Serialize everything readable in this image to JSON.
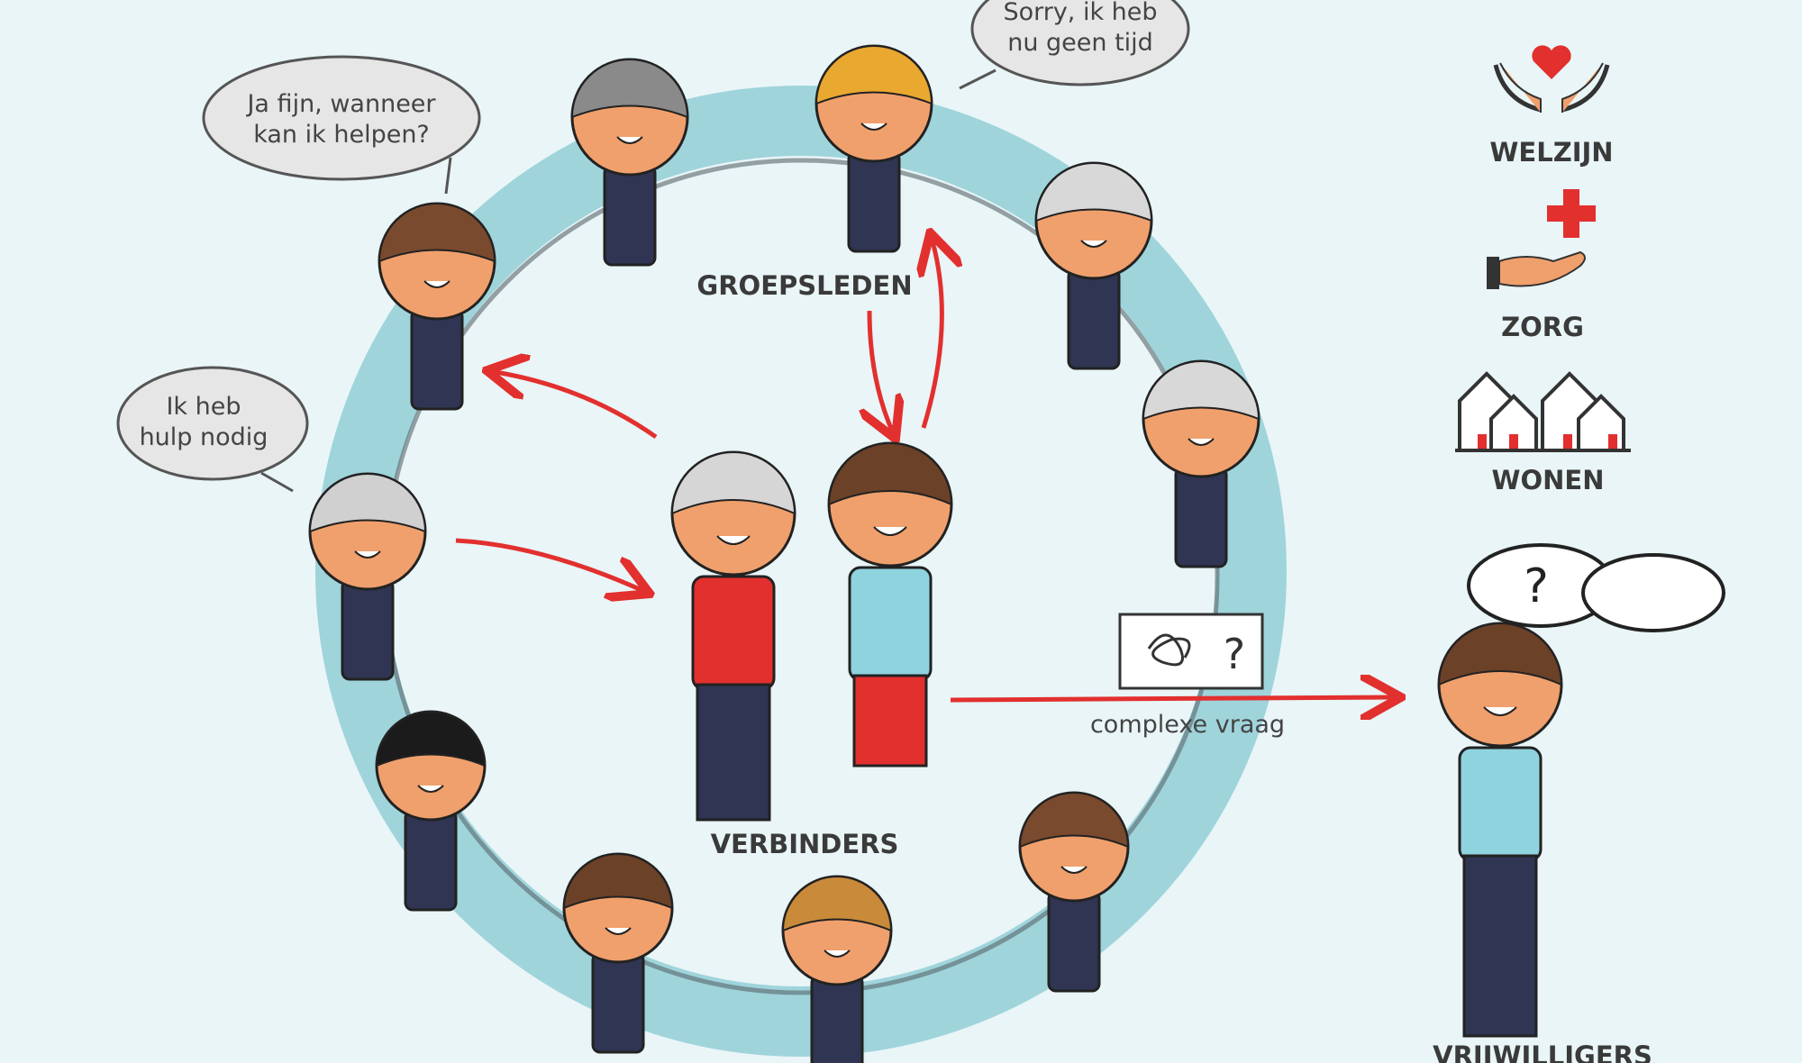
{
  "bubbles": {
    "help_offer": [
      "Ja fijn, wanneer",
      "kan ik helpen?"
    ],
    "no_time": [
      "Sorry, ik heb",
      "nu geen tijd"
    ],
    "need_help": [
      "Ik heb",
      "hulp nodig"
    ]
  },
  "labels": {
    "group_members": "GROEPSLEDEN",
    "connectors": "VERBINDERS",
    "complex_question": "complexe vraag",
    "volunteers": "VRIJWILLIGERS"
  },
  "services": [
    {
      "label": "WELZIJN",
      "icon": "hands-heart-icon"
    },
    {
      "label": "ZORG",
      "icon": "hand-cross-icon"
    },
    {
      "label": "WONEN",
      "icon": "houses-icon"
    }
  ],
  "colors": {
    "ring": "#9fd4db",
    "accent": "#e2302f",
    "background": "#e9f5f7",
    "skin": "#f0a06c",
    "clothing": "#2f3552"
  }
}
